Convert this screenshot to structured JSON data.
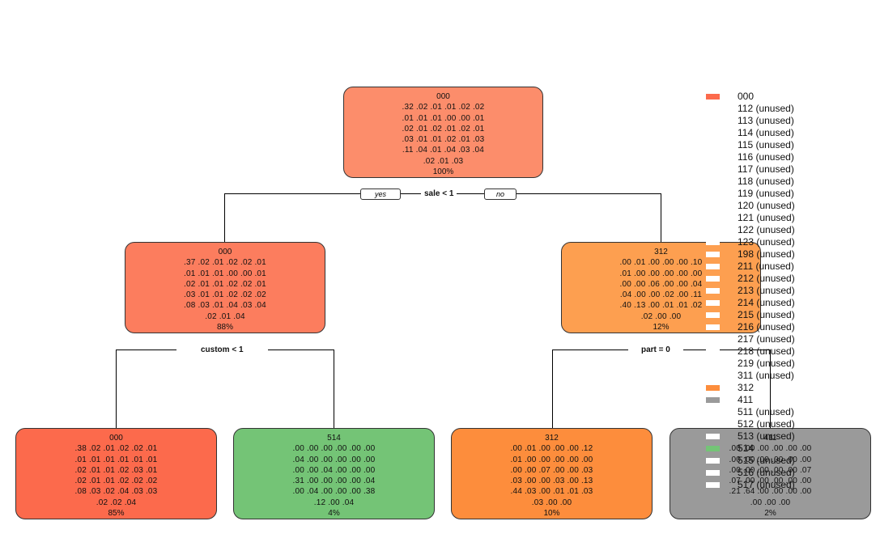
{
  "tree": {
    "nodes": [
      {
        "id": "n1",
        "cls": "000",
        "color": "#FC8D6B",
        "rows": [
          ".32 .02 .01 .01 .02 .02",
          ".01 .01 .01 .00 .00 .01",
          ".02 .01 .02 .01 .02 .01",
          ".03 .01 .01 .02 .01 .03",
          ".11 .04 .01 .04 .03 .04",
          ".02 .01 .03"
        ],
        "pct": "100%"
      },
      {
        "id": "n2",
        "cls": "000",
        "color": "#FC7D5E",
        "rows": [
          ".37 .02 .01 .02 .02 .01",
          ".01 .01 .01 .00 .00 .01",
          ".02 .01 .01 .02 .02 .01",
          ".03 .01 .01 .02 .02 .02",
          ".08 .03 .01 .04 .03 .04",
          ".02 .01 .04"
        ],
        "pct": "88%"
      },
      {
        "id": "n3",
        "cls": "312",
        "color": "#FD9F50",
        "rows": [
          ".00 .01 .00 .00 .00 .10",
          ".01 .00 .00 .00 .00 .00",
          ".00 .00 .06 .00 .00 .04",
          ".04 .00 .00 .02 .00 .11",
          ".40 .13 .00 .01 .01 .02",
          ".02 .00 .00"
        ],
        "pct": "12%"
      },
      {
        "id": "n4",
        "cls": "000",
        "color": "#FC6A4C",
        "rows": [
          ".38 .02 .01 .02 .02 .01",
          ".01 .01 .01 .01 .01 .01",
          ".02 .01 .01 .02 .03 .01",
          ".02 .01 .01 .02 .02 .02",
          ".08 .03 .02 .04 .03 .03",
          ".02 .02 .04"
        ],
        "pct": "85%"
      },
      {
        "id": "n5",
        "cls": "514",
        "color": "#74C476",
        "rows": [
          ".00 .00 .00 .00 .00 .00",
          ".04 .00 .00 .00 .00 .00",
          ".00 .00 .04 .00 .00 .00",
          ".31 .00 .00 .00 .00 .04",
          ".00 .04 .00 .00 .00 .38",
          ".12 .00 .04"
        ],
        "pct": "4%"
      },
      {
        "id": "n6",
        "cls": "312",
        "color": "#FD8D3C",
        "rows": [
          ".00 .01 .00 .00 .00 .12",
          ".01 .00 .00 .00 .00 .00",
          ".00 .00 .07 .00 .00 .03",
          ".03 .00 .00 .03 .00 .13",
          ".44 .03 .00 .01 .01 .03",
          ".03 .00 .00"
        ],
        "pct": "10%"
      },
      {
        "id": "n7",
        "cls": "411",
        "color": "#9A9A9A",
        "rows": [
          ".00 .00 .00 .00 .00 .00",
          ".00 .00 .00 .00 .00 .00",
          ".00 .00 .00 .00 .00 .07",
          ".07 .00 .00 .00 .00 .00",
          ".21 .64 .00 .00 .00 .00",
          ".00 .00 .00"
        ],
        "pct": "2%"
      }
    ],
    "splits": [
      {
        "id": "s1",
        "label": "sale < 1",
        "yes": "yes",
        "no": "no"
      },
      {
        "id": "s2",
        "label": "custom < 1"
      },
      {
        "id": "s3",
        "label": "part = 0"
      }
    ]
  },
  "legend": {
    "items": [
      {
        "label": "000",
        "color": "#FC6A4C"
      },
      {
        "label": "112 (unused)",
        "color": "#FFFFFF"
      },
      {
        "label": "113 (unused)",
        "color": "#FFFFFF"
      },
      {
        "label": "114 (unused)",
        "color": "#FFFFFF"
      },
      {
        "label": "115 (unused)",
        "color": "#FFFFFF"
      },
      {
        "label": "116 (unused)",
        "color": "#FFFFFF"
      },
      {
        "label": "117 (unused)",
        "color": "#FFFFFF"
      },
      {
        "label": "118 (unused)",
        "color": "#FFFFFF"
      },
      {
        "label": "119 (unused)",
        "color": "#FFFFFF"
      },
      {
        "label": "120 (unused)",
        "color": "#FFFFFF"
      },
      {
        "label": "121 (unused)",
        "color": "#FFFFFF"
      },
      {
        "label": "122 (unused)",
        "color": "#FFFFFF"
      },
      {
        "label": "123 (unused)",
        "color": "#FFFFFF"
      },
      {
        "label": "198 (unused)",
        "color": "#FFFFFF"
      },
      {
        "label": "211 (unused)",
        "color": "#FFFFFF"
      },
      {
        "label": "212 (unused)",
        "color": "#FFFFFF"
      },
      {
        "label": "213 (unused)",
        "color": "#FFFFFF"
      },
      {
        "label": "214 (unused)",
        "color": "#FFFFFF"
      },
      {
        "label": "215 (unused)",
        "color": "#FFFFFF"
      },
      {
        "label": "216 (unused)",
        "color": "#FFFFFF"
      },
      {
        "label": "217 (unused)",
        "color": "#FFFFFF"
      },
      {
        "label": "218 (unused)",
        "color": "#FFFFFF"
      },
      {
        "label": "219 (unused)",
        "color": "#FFFFFF"
      },
      {
        "label": "311 (unused)",
        "color": "#FFFFFF"
      },
      {
        "label": "312",
        "color": "#FD8D3C"
      },
      {
        "label": "411",
        "color": "#9A9A9A"
      },
      {
        "label": "511 (unused)",
        "color": "#FFFFFF"
      },
      {
        "label": "512 (unused)",
        "color": "#FFFFFF"
      },
      {
        "label": "513 (unused)",
        "color": "#FFFFFF"
      },
      {
        "label": "514",
        "color": "#74C476"
      },
      {
        "label": "515 (unused)",
        "color": "#FFFFFF"
      },
      {
        "label": "516 (unused)",
        "color": "#FFFFFF"
      },
      {
        "label": "517 (unused)",
        "color": "#FFFFFF"
      }
    ]
  }
}
